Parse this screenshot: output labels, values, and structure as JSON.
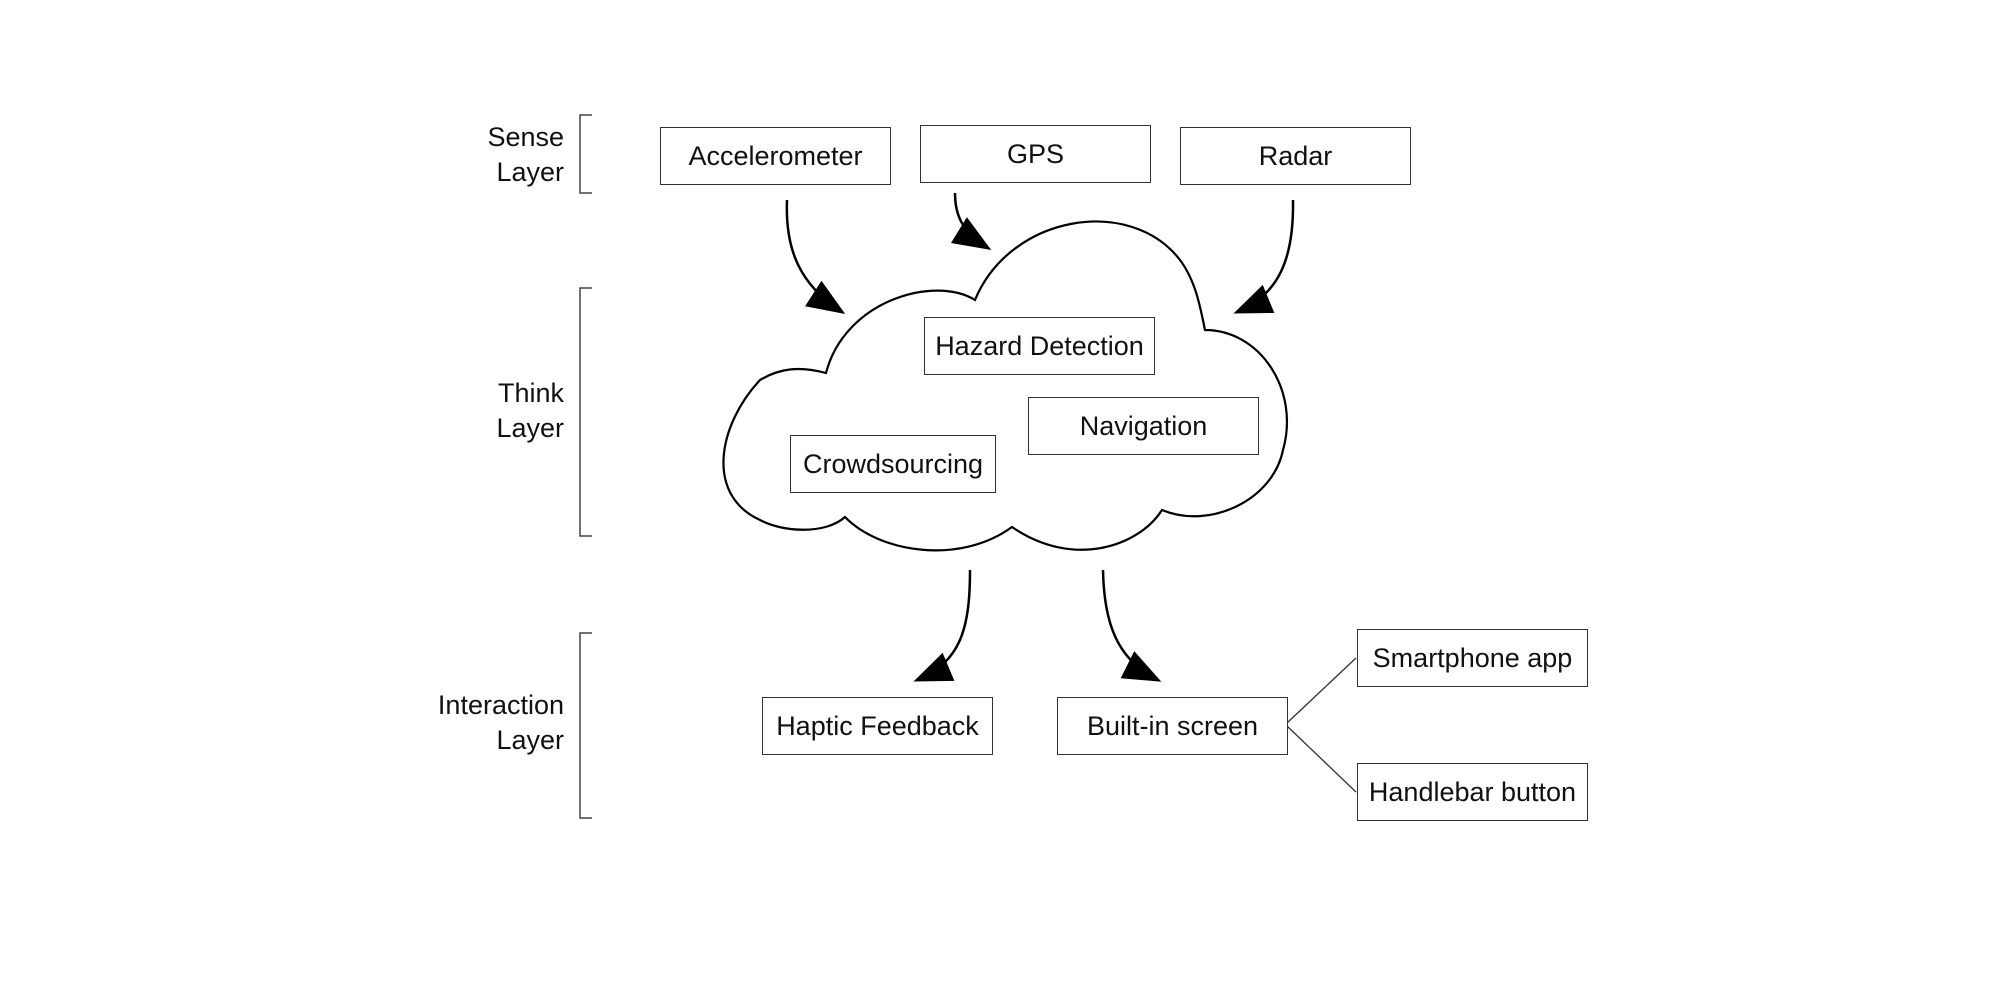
{
  "layers": [
    {
      "line1": "Sense",
      "line2": "Layer"
    },
    {
      "line1": "Think",
      "line2": "Layer"
    },
    {
      "line1": "Interaction",
      "line2": "Layer"
    }
  ],
  "sense": {
    "accelerometer": "Accelerometer",
    "gps": "GPS",
    "radar": "Radar"
  },
  "think": {
    "hazard_detection": "Hazard Detection",
    "navigation": "Navigation",
    "crowdsourcing": "Crowdsourcing"
  },
  "interaction": {
    "haptic_feedback": "Haptic Feedback",
    "built_in_screen": "Built-in screen",
    "smartphone_app": "Smartphone app",
    "handlebar_button": "Handlebar button"
  }
}
